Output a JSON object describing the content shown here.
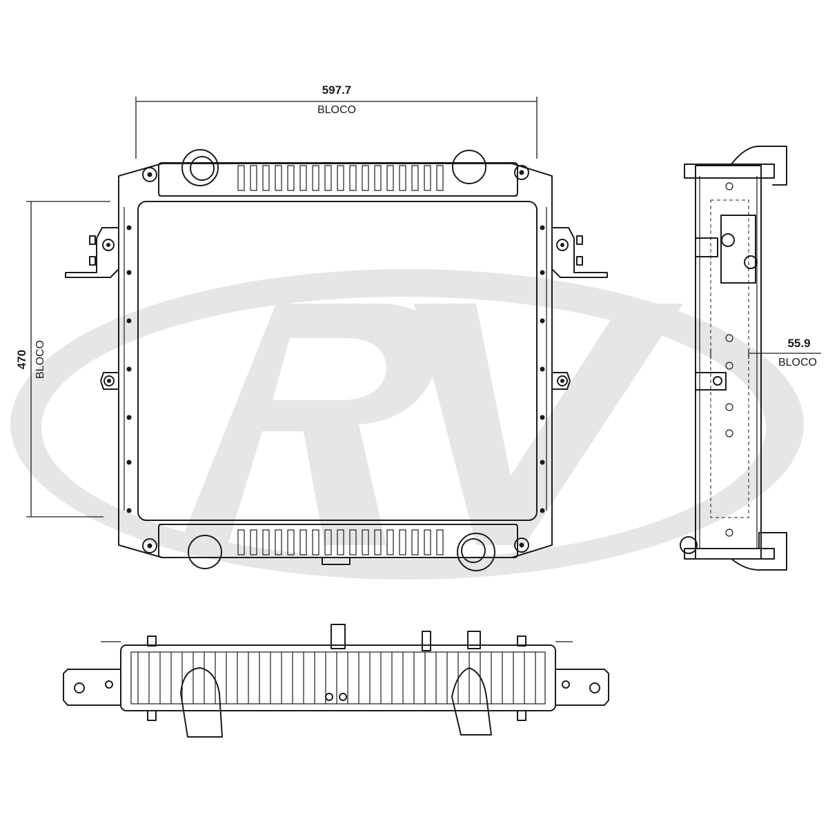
{
  "dimensions": {
    "width": {
      "value": "597.7",
      "label": "BLOCO"
    },
    "height": {
      "value": "470",
      "label": "BLOCO"
    },
    "depth": {
      "value": "55.9",
      "label": "BLOCO"
    }
  },
  "watermark": {
    "text": "RV"
  },
  "colors": {
    "line": "#1a1a1a",
    "watermark": "#e6e6e6",
    "background": "#ffffff"
  }
}
